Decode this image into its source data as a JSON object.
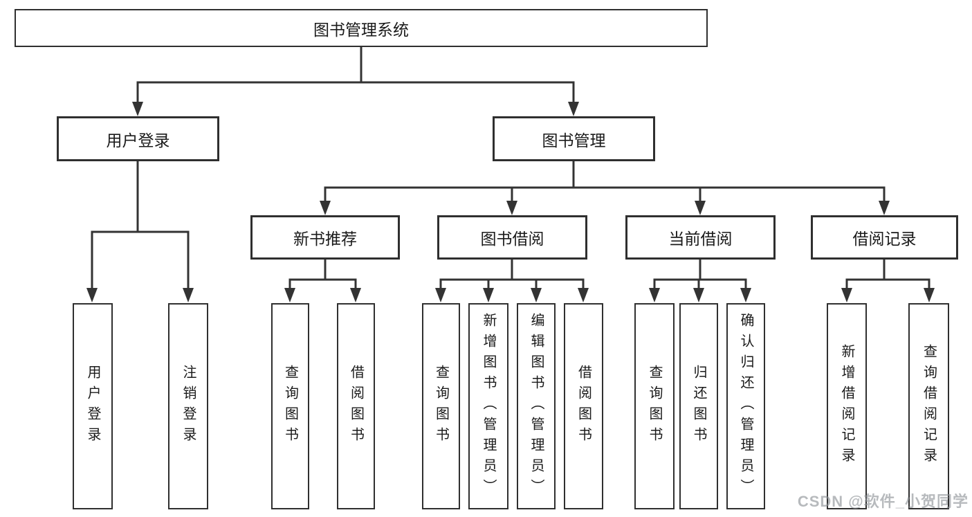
{
  "diagram": {
    "type": "hierarchy-tree",
    "tree": {
      "label": "图书管理系统",
      "children": [
        {
          "label": "用户登录",
          "children": [
            {
              "label": "用户登录"
            },
            {
              "label": "注销登录"
            }
          ]
        },
        {
          "label": "图书管理",
          "children": [
            {
              "label": "新书推荐",
              "children": [
                {
                  "label": "查询图书"
                },
                {
                  "label": "借阅图书"
                }
              ]
            },
            {
              "label": "图书借阅",
              "children": [
                {
                  "label": "查询图书"
                },
                {
                  "label": "新增图书（管理员）"
                },
                {
                  "label": "编辑图书（管理员）"
                },
                {
                  "label": "借阅图书"
                }
              ]
            },
            {
              "label": "当前借阅",
              "children": [
                {
                  "label": "查询图书"
                },
                {
                  "label": "归还图书"
                },
                {
                  "label": "确认归还（管理员）"
                }
              ]
            },
            {
              "label": "借阅记录",
              "children": [
                {
                  "label": "新增借阅记录"
                },
                {
                  "label": "查询借阅记录"
                }
              ]
            }
          ]
        }
      ]
    }
  },
  "watermark": "CSDN @软件_小贺同学",
  "colors": {
    "background": "#ffffff",
    "line": "#333333",
    "border": "#2f2f2f",
    "text": "#1a1a1a",
    "watermark": "#8c9196"
  }
}
